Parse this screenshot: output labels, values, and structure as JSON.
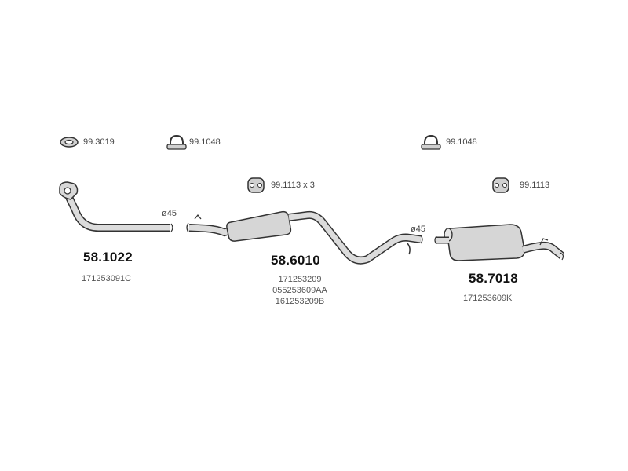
{
  "hardware": {
    "gasket": {
      "code": "99.3019"
    },
    "clamp_left": {
      "code": "99.1048"
    },
    "clamp_right": {
      "code": "99.1048"
    },
    "hanger_center": {
      "code": "99.1113 x 3"
    },
    "hanger_right": {
      "code": "99.1113"
    }
  },
  "parts": {
    "front_pipe": {
      "number": "58.1022",
      "diameter": "ø45",
      "refs": [
        "171253091C"
      ]
    },
    "middle_silencer": {
      "number": "58.6010",
      "diameter": "ø45",
      "refs": [
        "171253209",
        "055253609AA",
        "161253209B"
      ]
    },
    "rear_silencer": {
      "number": "58.7018",
      "refs": [
        "171253609K"
      ]
    }
  },
  "colors": {
    "line": "#333333",
    "fill": "#d9d9d9"
  }
}
